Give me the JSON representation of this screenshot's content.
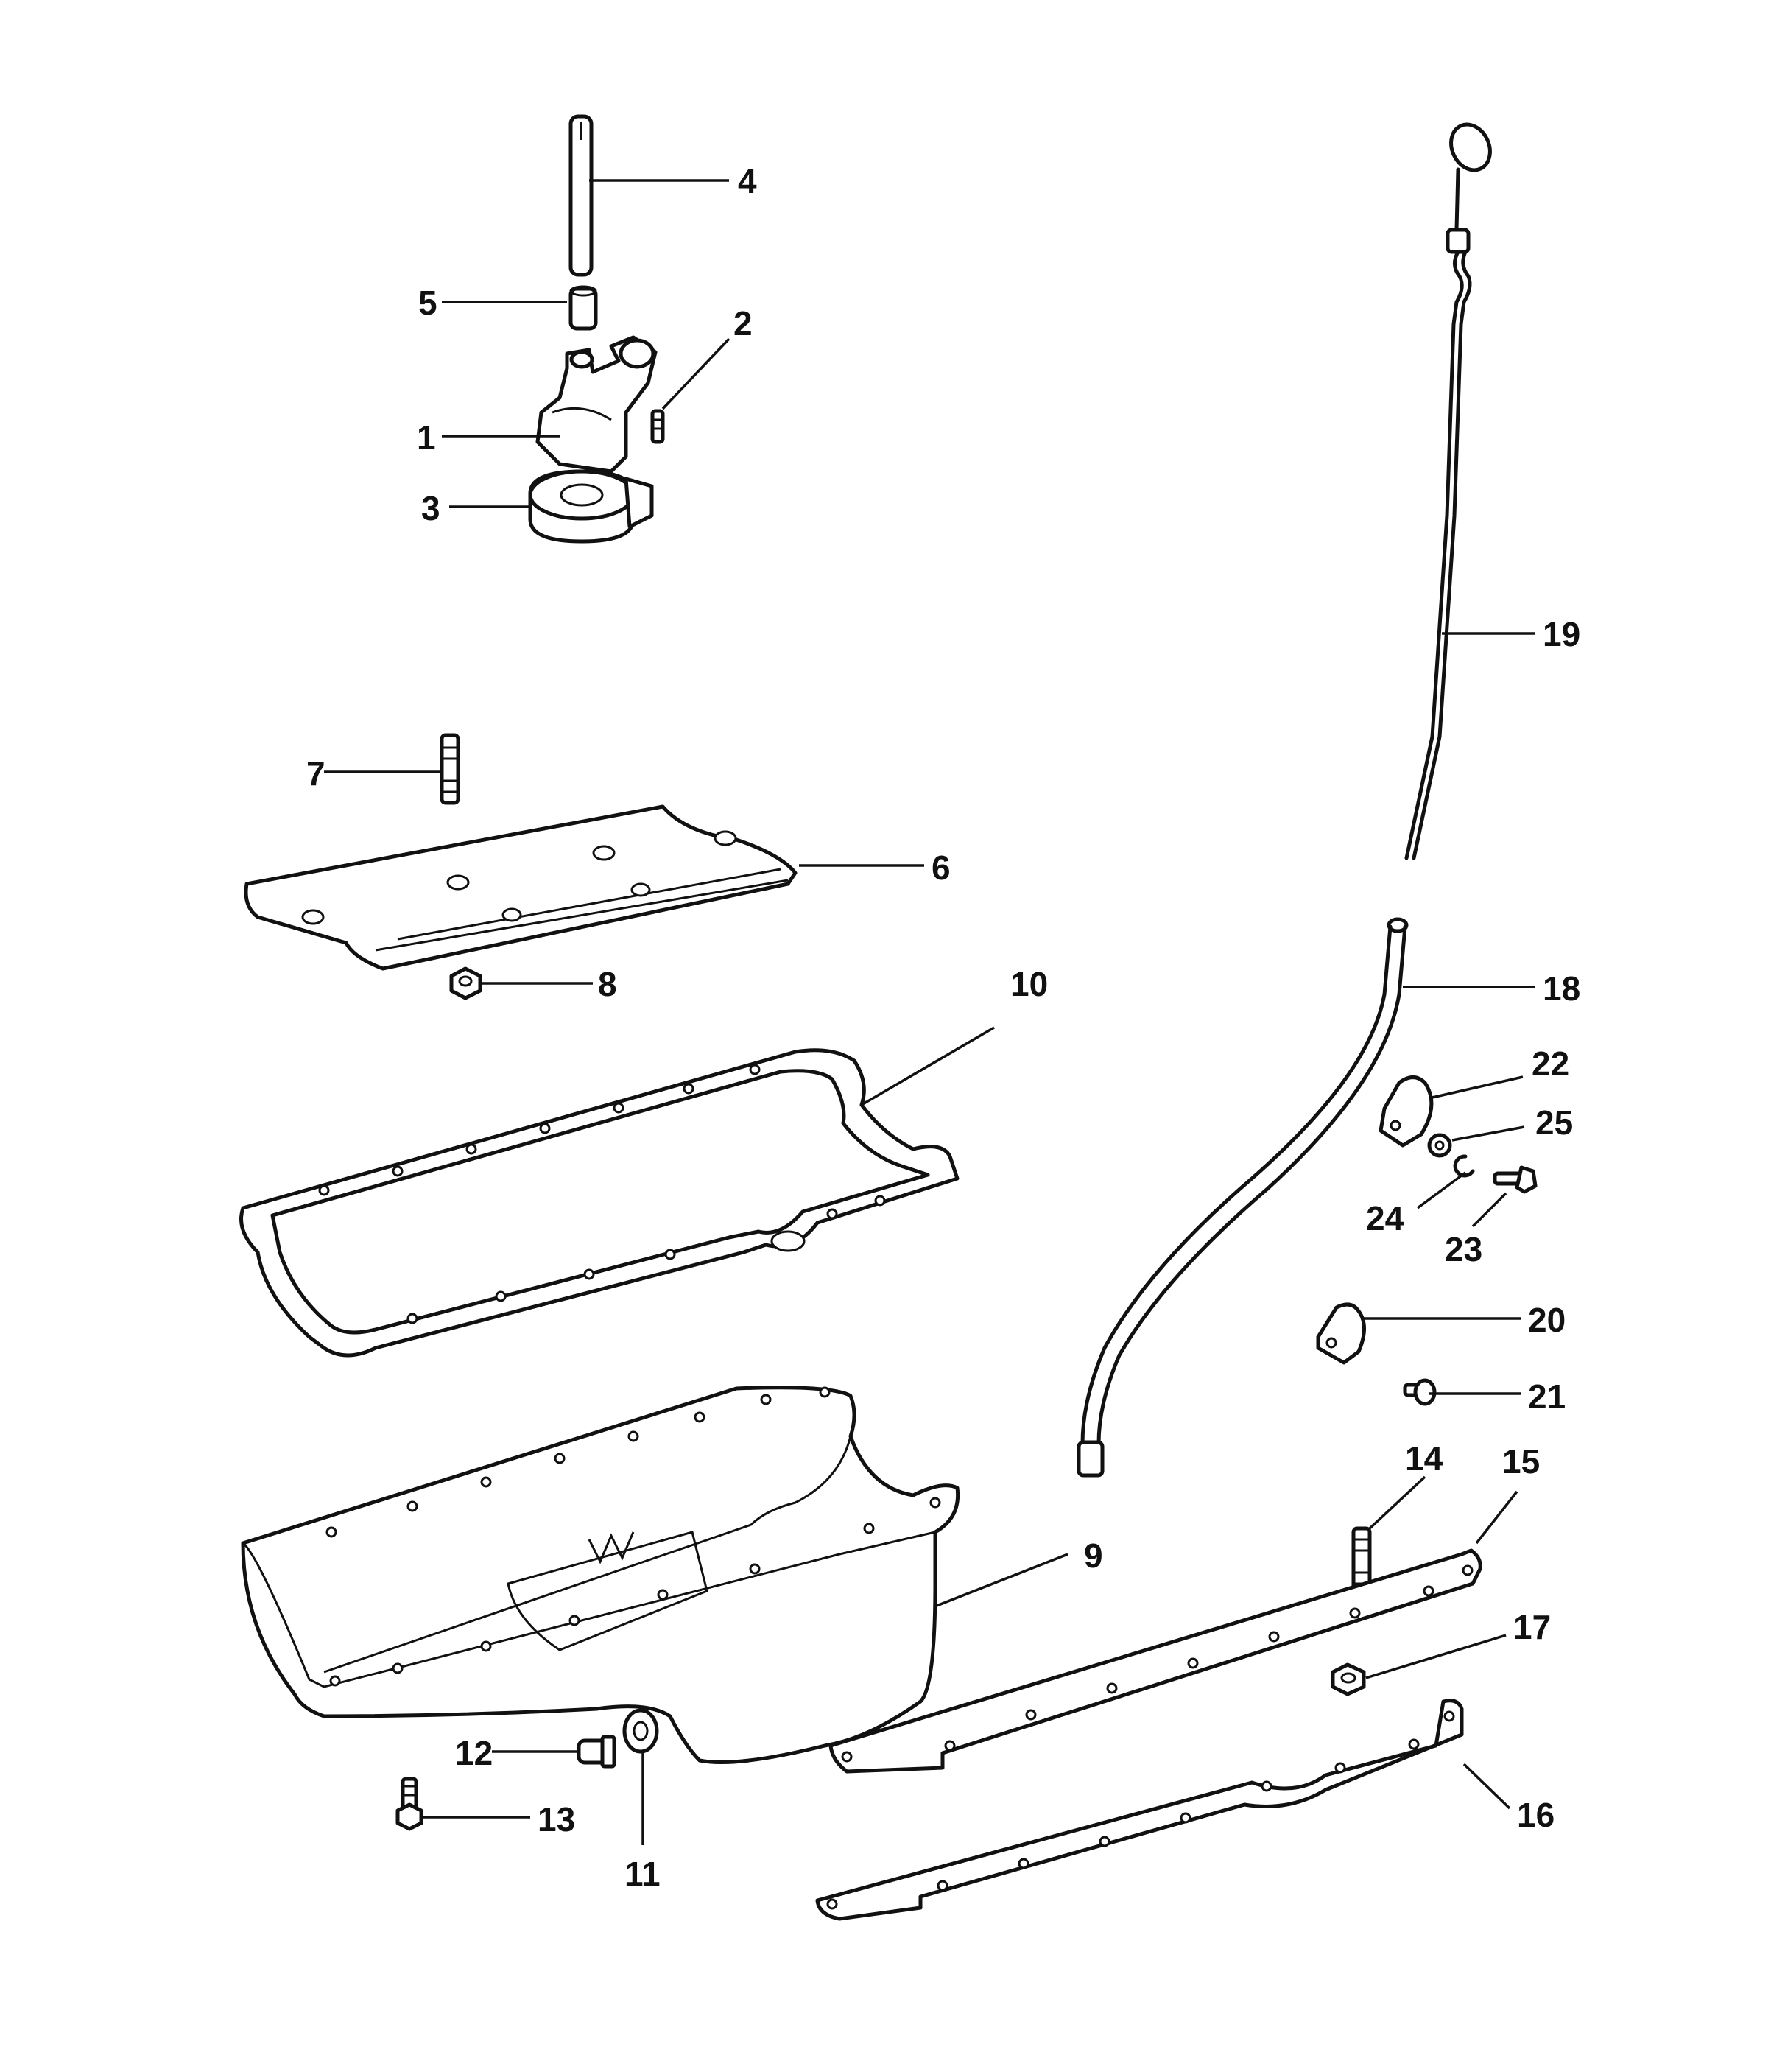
{
  "callouts": {
    "n1": "1",
    "n2": "2",
    "n3": "3",
    "n4": "4",
    "n5": "5",
    "n6": "6",
    "n7": "7",
    "n8": "8",
    "n9": "9",
    "n10": "10",
    "n11": "11",
    "n12": "12",
    "n13": "13",
    "n14": "14",
    "n15": "15",
    "n16": "16",
    "n17": "17",
    "n18": "18",
    "n19": "19",
    "n20": "20",
    "n21": "21",
    "n22": "22",
    "n23": "23",
    "n24": "24",
    "n25": "25"
  }
}
